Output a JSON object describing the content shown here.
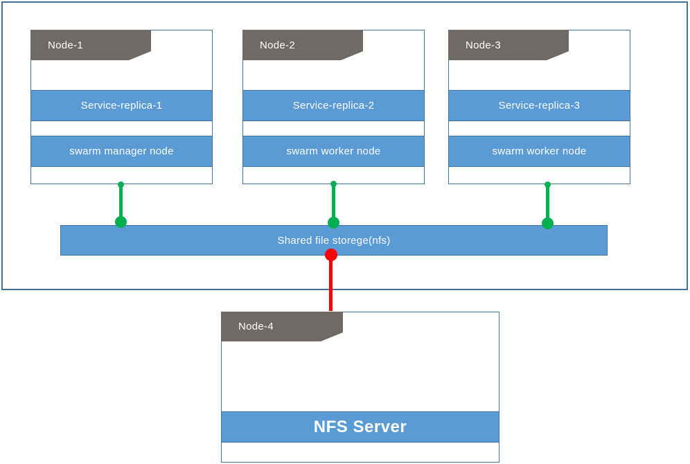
{
  "colors": {
    "accent_blue": "#5b9bd5",
    "bar_border": "#41719c",
    "tab_gray": "#6f6a66",
    "outer_border": "#41719c",
    "node_border": "#41719c",
    "green": "#00b050",
    "red": "#ff0000",
    "text_white": "#ffffff"
  },
  "cluster": {
    "nodes": [
      {
        "title": "Node-1",
        "service": "Service-replica-1",
        "role": "swarm manager node"
      },
      {
        "title": "Node-2",
        "service": "Service-replica-2",
        "role": "swarm worker node"
      },
      {
        "title": "Node-3",
        "service": "Service-replica-3",
        "role": "swarm worker node"
      }
    ],
    "storage_label": "Shared file storege(nfs)"
  },
  "nfs_node": {
    "title": "Node-4",
    "server_label": "NFS Server"
  }
}
